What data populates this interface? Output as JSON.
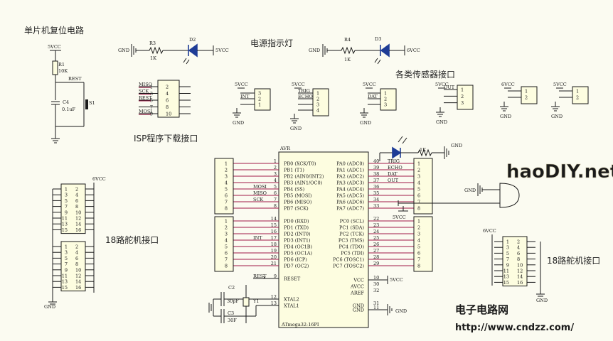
{
  "titles": {
    "reset": "单片机复位电路",
    "power_led": "电源指示灯",
    "isp": "ISP程序下载接口",
    "sensors": "各类传感器接口",
    "servo_left": "18路舵机接口",
    "servo_right": "18路舵机接口"
  },
  "reset_circuit": {
    "vcc": "5VCC",
    "r1": "R1",
    "r1_val": "10K",
    "net": "REST",
    "s1": "S1",
    "c4": "C4",
    "c4_val": "0.1uF"
  },
  "power_led": {
    "gnd_a": "GND",
    "r3": "R3",
    "r3_val": "1K",
    "d2": "D2",
    "vcc_a": "5VCC",
    "gnd_b": "GND",
    "r4": "R4",
    "r4_val": "1K",
    "d3": "D3",
    "vcc_b": "6VCC"
  },
  "isp": {
    "left_labels": [
      "MISO",
      "SCK",
      "REST",
      "",
      "MOSI"
    ],
    "left_pins": [
      "1",
      "3",
      "5",
      "7",
      "9"
    ],
    "right_pins": [
      "2",
      "4",
      "6",
      "8",
      "10"
    ]
  },
  "sensors": [
    {
      "vcc": "5VCC",
      "gnd": "GND",
      "labels": [
        "",
        "INT",
        ""
      ],
      "pins": [
        "3",
        "2",
        "1"
      ]
    },
    {
      "vcc": "5VCC",
      "gnd": "GND",
      "labels": [
        "TRIG",
        "ECHO",
        "",
        ""
      ],
      "pins": [
        "1",
        "2",
        "3",
        "4"
      ]
    },
    {
      "vcc": "5VCC",
      "gnd": "GND",
      "labels": [
        "",
        "DAT",
        ""
      ],
      "pins": [
        "1",
        "2",
        "3"
      ]
    },
    {
      "vcc": "5VCC",
      "gnd": "GND",
      "labels": [
        "OUT",
        "",
        ""
      ],
      "pins": [
        "1",
        "2",
        "3"
      ]
    },
    {
      "vcc": "6VCC",
      "gnd": "GND",
      "labels": [
        "",
        ""
      ],
      "pins": [
        "1",
        "2"
      ]
    },
    {
      "vcc": "5VCC",
      "gnd": "GND",
      "labels": [
        "",
        ""
      ],
      "pins": [
        "1",
        "2"
      ]
    }
  ],
  "mcu": {
    "header": "AVR",
    "name": "ATmega32-16PI",
    "left_pins": [
      {
        "num": "1",
        "name": "PB0 (XCK/T0)"
      },
      {
        "num": "2",
        "name": "PB1 (T1)"
      },
      {
        "num": "3",
        "name": "PB2 (AIN0/INT2)"
      },
      {
        "num": "4",
        "name": "PB3 (AIN1/OC0)"
      },
      {
        "num": "5",
        "name": "PB4 (SS)"
      },
      {
        "num": "6",
        "name": "PB5 (MOSI)"
      },
      {
        "num": "7",
        "name": "PB6 (MISO)"
      },
      {
        "num": "8",
        "name": "PB7 (SCK)"
      },
      {
        "num": "14",
        "name": "PD0 (RXD)"
      },
      {
        "num": "15",
        "name": "PD1 (TXD)"
      },
      {
        "num": "16",
        "name": "PD2 (INT0)"
      },
      {
        "num": "17",
        "name": "PD3 (INT1)"
      },
      {
        "num": "18",
        "name": "PD4 (OC1B)"
      },
      {
        "num": "19",
        "name": "PD5 (OC1A)"
      },
      {
        "num": "20",
        "name": "PD6 (ICP)"
      },
      {
        "num": "21",
        "name": "PD7 (OC2)"
      },
      {
        "num": "9",
        "name": "RESET"
      },
      {
        "num": "12",
        "name": "XTAL2"
      },
      {
        "num": "13",
        "name": "XTAL1"
      }
    ],
    "right_pins": [
      {
        "num": "40",
        "name": "PA0 (ADC0)"
      },
      {
        "num": "39",
        "name": "PA1 (ADC1)"
      },
      {
        "num": "38",
        "name": "PA2 (ADC2)"
      },
      {
        "num": "37",
        "name": "PA3 (ADC3)"
      },
      {
        "num": "36",
        "name": "PA4 (ADC4)"
      },
      {
        "num": "35",
        "name": "PA5 (ADC5)"
      },
      {
        "num": "34",
        "name": "PA6 (ADC6)"
      },
      {
        "num": "33",
        "name": "PA7 (ADC7)"
      },
      {
        "num": "22",
        "name": "PC0 (SCL)"
      },
      {
        "num": "23",
        "name": "PC1 (SDA)"
      },
      {
        "num": "24",
        "name": "PC2 (TCK)"
      },
      {
        "num": "25",
        "name": "PC3 (TMS)"
      },
      {
        "num": "26",
        "name": "PC4 (TDO)"
      },
      {
        "num": "27",
        "name": "PC5 (TDI)"
      },
      {
        "num": "28",
        "name": "PC6 (TOSC1)"
      },
      {
        "num": "29",
        "name": "PC7 (TOSC2)"
      },
      {
        "num": "10",
        "name": "VCC"
      },
      {
        "num": "30",
        "name": "AVCC"
      },
      {
        "num": "32",
        "name": "AREF"
      },
      {
        "num": "31",
        "name": "GND"
      },
      {
        "num": "11",
        "name": "GND"
      }
    ]
  },
  "mcu_nets": {
    "portb": [
      "",
      "",
      "",
      "",
      "MOSI",
      "MISO",
      "SCK",
      ""
    ],
    "portd": [
      "",
      "",
      "",
      "INT",
      "",
      "",
      "",
      ""
    ],
    "porta": [
      "TRIG",
      "ECHO",
      "DAT",
      "OUT",
      "",
      "",
      "",
      ""
    ],
    "rest": "REST",
    "vcc": "5VCC",
    "gnd": "GND",
    "led_r_val": "1K",
    "buzzer_gnd": "GND",
    "porta_vcc": "5VCC"
  },
  "headers8": [
    "1",
    "2",
    "3",
    "4",
    "5",
    "6",
    "7",
    "8"
  ],
  "crystal": {
    "c2": "C2",
    "c2_val": "30pF",
    "c3": "C3",
    "c3_val": "30F",
    "y1": "Y1"
  },
  "servo_left": {
    "vcc": "6VCC",
    "gnd": "GND",
    "odd": [
      "1",
      "3",
      "5",
      "7",
      "9",
      "11",
      "13",
      "15",
      "1",
      "3",
      "5",
      "7",
      "9",
      "11",
      "13",
      "15"
    ],
    "even": [
      "2",
      "4",
      "6",
      "8",
      "10",
      "12",
      "14",
      "16",
      "2",
      "4",
      "6",
      "8",
      "10",
      "12",
      "14",
      "16"
    ]
  },
  "servo_right": {
    "vcc": "6VCC",
    "gnd": "GND",
    "odd": [
      "1",
      "3",
      "5",
      "7",
      "9",
      "11",
      "13",
      "15"
    ],
    "even": [
      "2",
      "4",
      "6",
      "8",
      "10",
      "12",
      "14",
      "16"
    ]
  },
  "watermark": {
    "logo": "haoDIY.net",
    "cn": "电子电路网",
    "url": "http://www.cndzz.com/"
  },
  "colors": {
    "wire": "#1a1a1a",
    "pin_marker": "#a01848",
    "led": "#1e3c96",
    "component_fill": "#fdfde0",
    "watermark_cn": "#c03020"
  }
}
